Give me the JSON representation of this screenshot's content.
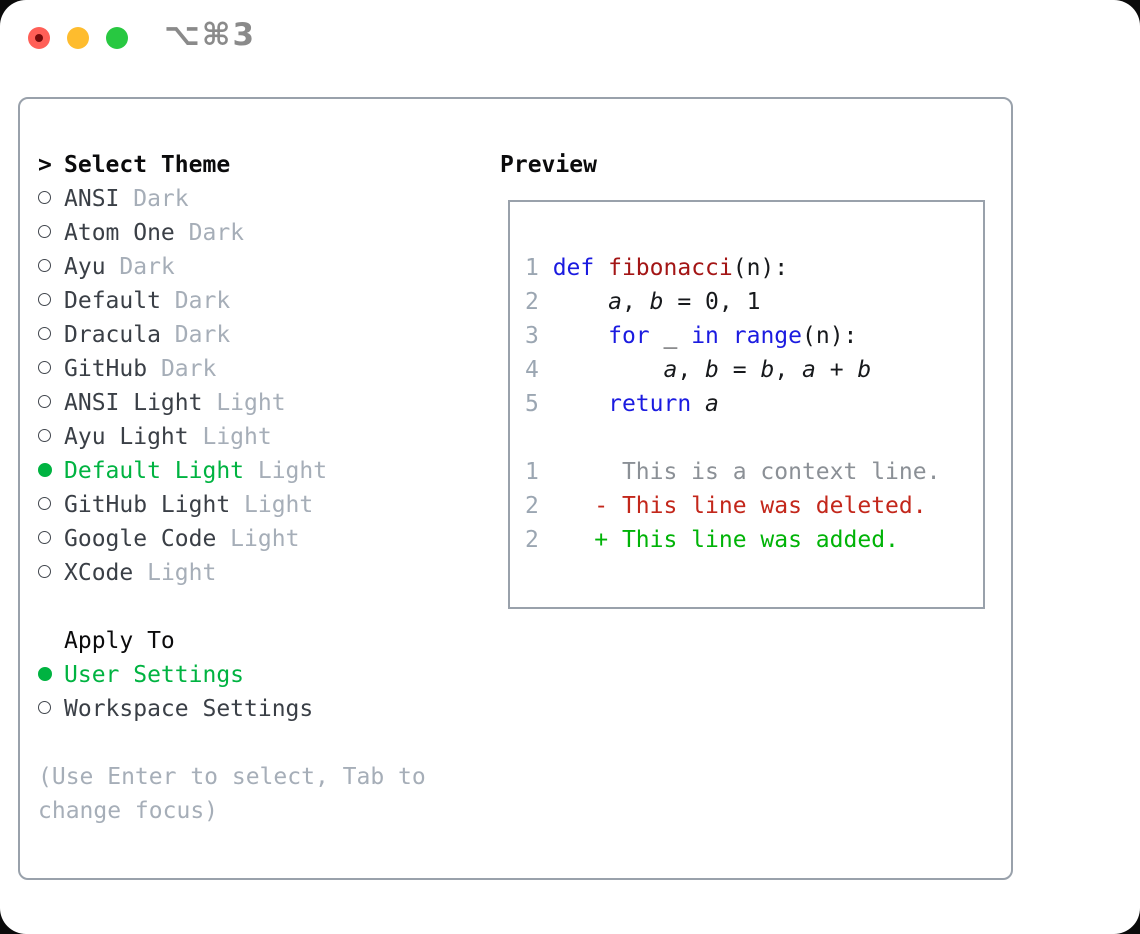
{
  "window": {
    "title": "⌥⌘3"
  },
  "sidebar": {
    "title_prefix": ">",
    "title": "Select Theme",
    "themes": [
      {
        "name": "ANSI",
        "variant": "Dark",
        "selected": false
      },
      {
        "name": "Atom One",
        "variant": "Dark",
        "selected": false
      },
      {
        "name": "Ayu",
        "variant": "Dark",
        "selected": false
      },
      {
        "name": "Default",
        "variant": "Dark",
        "selected": false
      },
      {
        "name": "Dracula",
        "variant": "Dark",
        "selected": false
      },
      {
        "name": "GitHub",
        "variant": "Dark",
        "selected": false
      },
      {
        "name": "ANSI Light",
        "variant": "Light",
        "selected": false
      },
      {
        "name": "Ayu Light",
        "variant": "Light",
        "selected": false
      },
      {
        "name": "Default Light",
        "variant": "Light",
        "selected": true
      },
      {
        "name": "GitHub Light",
        "variant": "Light",
        "selected": false
      },
      {
        "name": "Google Code",
        "variant": "Light",
        "selected": false
      },
      {
        "name": "XCode",
        "variant": "Light",
        "selected": false
      }
    ],
    "apply_to": {
      "title": "Apply To",
      "options": [
        {
          "label": "User Settings",
          "selected": true
        },
        {
          "label": "Workspace Settings",
          "selected": false
        }
      ]
    },
    "hint_lines": [
      "(Use Enter to select, Tab to",
      "change focus)"
    ]
  },
  "preview": {
    "title": "Preview",
    "code_lines": [
      {
        "num": "1",
        "tokens": [
          [
            "def",
            "kw"
          ],
          [
            " ",
            "pl"
          ],
          [
            "fibonacci",
            "fn"
          ],
          [
            "(n):",
            "pl"
          ]
        ]
      },
      {
        "num": "2",
        "tokens": [
          [
            "    ",
            "pl"
          ],
          [
            "a",
            "var"
          ],
          [
            ", ",
            "pl"
          ],
          [
            "b",
            "var"
          ],
          [
            " = 0, 1",
            "pl"
          ]
        ]
      },
      {
        "num": "3",
        "tokens": [
          [
            "    ",
            "pl"
          ],
          [
            "for",
            "kw"
          ],
          [
            " _ ",
            "pl"
          ],
          [
            "in",
            "kw"
          ],
          [
            " ",
            "pl"
          ],
          [
            "range",
            "kw"
          ],
          [
            "(n):",
            "pl"
          ]
        ]
      },
      {
        "num": "4",
        "tokens": [
          [
            "        ",
            "pl"
          ],
          [
            "a",
            "var"
          ],
          [
            ", ",
            "pl"
          ],
          [
            "b",
            "var"
          ],
          [
            " = ",
            "pl"
          ],
          [
            "b",
            "var"
          ],
          [
            ", ",
            "pl"
          ],
          [
            "a",
            "var"
          ],
          [
            " + ",
            "pl"
          ],
          [
            "b",
            "var"
          ]
        ]
      },
      {
        "num": "5",
        "tokens": [
          [
            "    ",
            "pl"
          ],
          [
            "return",
            "kw"
          ],
          [
            " ",
            "pl"
          ],
          [
            "a",
            "var"
          ]
        ]
      }
    ],
    "diff_lines": [
      {
        "num": "1",
        "text": "     This is a context line.",
        "kind": "ctx"
      },
      {
        "num": "2",
        "text": "   - This line was deleted.",
        "kind": "del"
      },
      {
        "num": "2",
        "text": "   + This line was added.",
        "kind": "add"
      }
    ]
  },
  "colors": {
    "keyword": "#1b1be0",
    "function": "#a31515",
    "plain": "#17191c",
    "context": "#8b9096",
    "deleted": "#c3271b",
    "added": "#00b307",
    "line_number": "#9ba6b2",
    "selection_green": "#00b341",
    "item_text": "#3a3f46",
    "muted": "#a6aeb8",
    "border": "#99a1ab",
    "header": "#0b0b0c",
    "window_title": "#8a8a8a",
    "tl_red": "#ff5f57",
    "tl_red_dot": "#750b0b",
    "tl_yellow": "#febc2e",
    "tl_green": "#28c841"
  }
}
